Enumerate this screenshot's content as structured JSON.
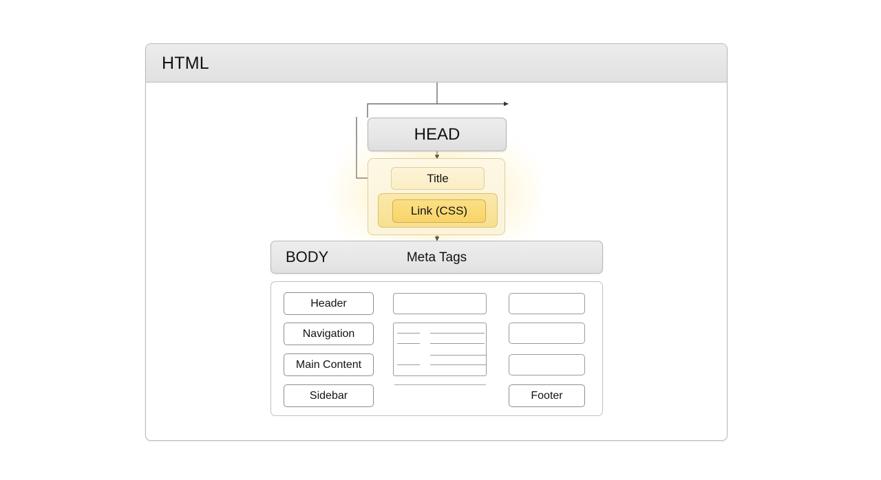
{
  "diagram": {
    "root": {
      "label": "HTML"
    },
    "head": {
      "label": "HEAD",
      "children": [
        {
          "label": "Title"
        },
        {
          "label": "Link (CSS)"
        }
      ]
    },
    "body": {
      "label": "BODY",
      "meta_label": "Meta Tags",
      "layout": {
        "left_column": [
          {
            "label": "Header"
          },
          {
            "label": "Navigation"
          },
          {
            "label": "Main Content"
          },
          {
            "label": "Sidebar"
          }
        ],
        "middle_column": [
          {
            "label": ""
          },
          {
            "label": ""
          }
        ],
        "right_column": [
          {
            "label": ""
          },
          {
            "label": ""
          },
          {
            "label": ""
          },
          {
            "label": "Footer"
          }
        ]
      }
    },
    "colors": {
      "frame_border": "#b9b9b9",
      "header_fill": "#e8e8e8",
      "head_fill": "#e6e6e6",
      "title_fill": "#fbeec4",
      "link_fill": "#f8d469",
      "glow": "#ffcd3c",
      "tile_border": "#8c8c8c",
      "connector": "#555555"
    }
  }
}
